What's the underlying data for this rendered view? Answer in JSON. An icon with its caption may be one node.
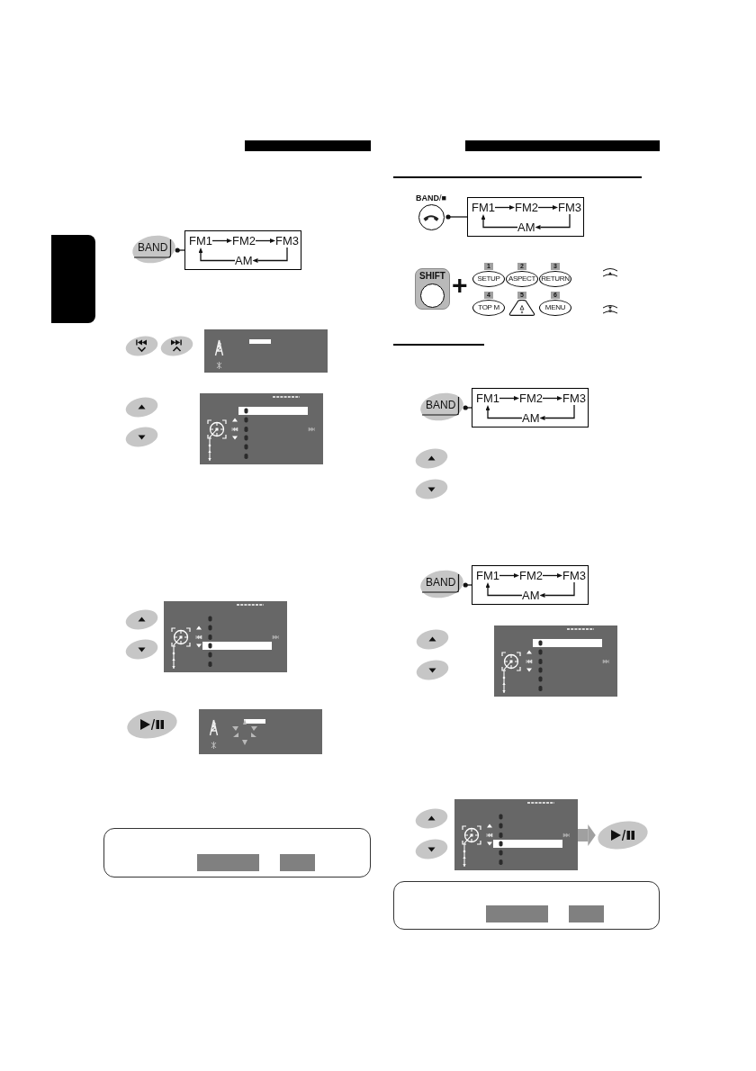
{
  "diagram": {
    "nodes": [
      {
        "text": [],
        "shape": "box"
      },
      {
        "text": [
          "BAND"
        ]
      },
      {
        "text": [],
        "shape": "box"
      },
      {
        "text": [
          "FM1"
        ],
        "in": 2
      },
      {
        "text": [
          "FM2"
        ],
        "in": 2
      },
      {
        "text": [
          "FM3"
        ],
        "in": 2
      },
      {
        "text": [
          "AM"
        ],
        "in": 2
      },
      {
        "text": [],
        "shape": "oval"
      },
      {
        "text": [
          "**BAND**/■"
        ]
      },
      {
        "text": [],
        "shape": "box"
      },
      {
        "text": [
          "FM1"
        ],
        "in": 9
      },
      {
        "text": [
          "FM2"
        ],
        "in": 9
      },
      {
        "text": [
          "FM3"
        ],
        "in": 9
      },
      {
        "text": [
          "AM"
        ],
        "in": 9
      },
      {
        "text": [
          "SHIFT"
        ]
      },
      {
        "text": [
          "1",
          "SETUP"
        ]
      },
      {
        "text": [
          "2",
          "ASPECT"
        ]
      },
      {
        "text": [
          "3",
          "RETURN"
        ]
      },
      {
        "text": [
          "4",
          "TOP M"
        ]
      },
      {
        "text": [
          "5"
        ]
      },
      {
        "text": [
          "6",
          "MENU"
        ]
      },
      {
        "text": [
          "BAND"
        ]
      },
      {
        "text": [],
        "shape": "box"
      },
      {
        "text": [
          "FM1"
        ],
        "in": 22
      },
      {
        "text": [
          "FM2"
        ],
        "in": 22
      },
      {
        "text": [
          "FM3"
        ],
        "in": 22
      },
      {
        "text": [
          "AM"
        ],
        "in": 22
      },
      {
        "text": [
          "BAND"
        ]
      },
      {
        "text": [],
        "shape": "box"
      },
      {
        "text": [
          "FM1"
        ],
        "in": 28
      },
      {
        "text": [
          "FM2"
        ],
        "in": 28
      },
      {
        "text": [
          "FM3"
        ],
        "in": 28
      },
      {
        "text": [
          "AM"
        ],
        "in": 28
      },
      {
        "text": [],
        "shape": "picture"
      },
      {
        "text": [],
        "shape": "oval"
      }
    ],
    "edges": [
      {
        "from": 1,
        "to": 2,
        "arrow": "other"
      },
      {
        "from": 3,
        "to": 4,
        "arrow": "to"
      },
      {
        "from": 4,
        "to": 5,
        "arrow": "to"
      },
      {
        "from": 5,
        "to": 6,
        "arrow": "to"
      },
      {
        "from": 6,
        "to": 3,
        "arrow": "to"
      },
      {
        "from": 8,
        "to": 9,
        "arrow": "other"
      },
      {
        "from": 10,
        "to": 11,
        "arrow": "to"
      },
      {
        "from": 11,
        "to": 12,
        "arrow": "to"
      },
      {
        "from": 12,
        "to": 13,
        "arrow": "to"
      },
      {
        "from": 13,
        "to": 10,
        "arrow": "to"
      },
      {
        "from": 21,
        "to": 22,
        "arrow": "other"
      },
      {
        "from": 23,
        "to": 24,
        "arrow": "to"
      },
      {
        "from": 24,
        "to": 25,
        "arrow": "to"
      },
      {
        "from": 25,
        "to": 26,
        "arrow": "to"
      },
      {
        "from": 26,
        "to": 23,
        "arrow": "to"
      },
      {
        "from": 27,
        "to": 28,
        "arrow": "other"
      },
      {
        "from": 29,
        "to": 30,
        "arrow": "to"
      },
      {
        "from": 30,
        "to": 31,
        "arrow": "to"
      },
      {
        "from": 31,
        "to": 32,
        "arrow": "to"
      },
      {
        "from": 32,
        "to": 29,
        "arrow": "to"
      },
      {
        "from": 33,
        "to": 34,
        "arrow": "to",
        "style": "thick",
        "color": "#a0a0a0"
      }
    ],
    "labels": [
      "+"
    ]
  }
}
